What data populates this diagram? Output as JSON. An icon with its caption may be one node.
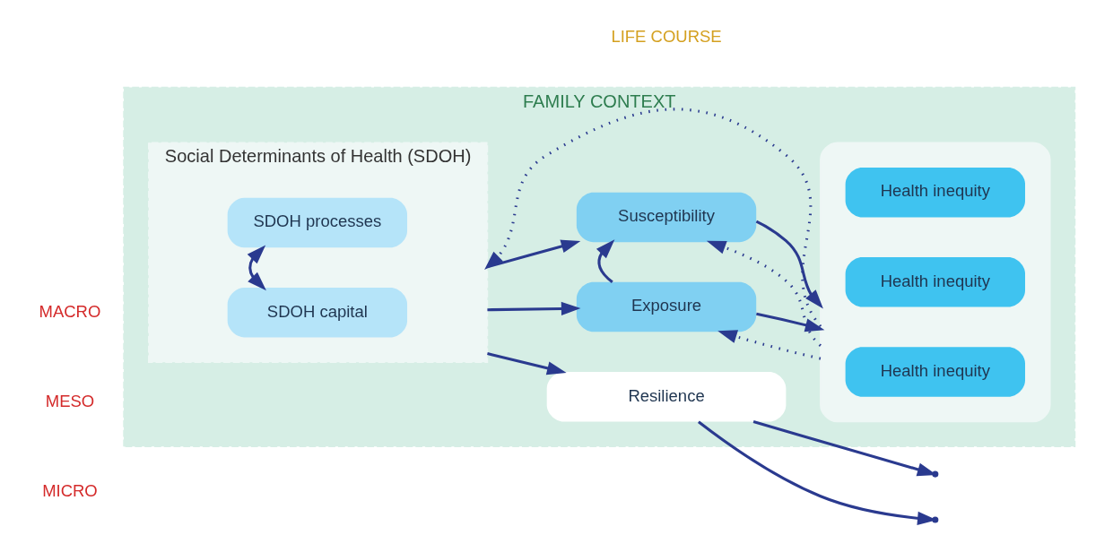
{
  "diagram": {
    "nodes": [
      {
        "text": [
          "FAMILY CONTEXT"
        ]
      },
      {
        "text": [
          "Social Determinants of Health (SDOH)"
        ],
        "in": 0
      },
      {
        "text": [
          "SDOH capital"
        ],
        "in": 1
      },
      {
        "text": [
          "SDOH processes"
        ],
        "in": 1
      },
      {
        "text": [
          "Exposure"
        ],
        "in": 0
      },
      {
        "text": [
          "Susceptibility"
        ],
        "in": 0
      },
      {
        "text": [],
        "shape": "box",
        "in": 0
      },
      {
        "text": [
          "Health inequity"
        ],
        "in": 6
      },
      {
        "text": [
          "Health inequity"
        ],
        "in": 6
      },
      {
        "text": [
          "Health inequity"
        ],
        "in": 6
      },
      {
        "text": [
          "Resilience"
        ],
        "in": 0
      }
    ],
    "edges": [
      {
        "from": 2,
        "to": 3,
        "arrow": "both"
      },
      {
        "from": 1,
        "to": 4,
        "arrow": "to"
      },
      {
        "from": 1,
        "to": 5,
        "arrow": "to"
      },
      {
        "from": 10,
        "to": null,
        "arrow": "to"
      },
      {
        "from": 4,
        "to": 5,
        "arrow": "to"
      },
      {
        "from": 4,
        "to": 6,
        "arrow": "to"
      },
      {
        "from": 5,
        "to": 6,
        "arrow": "to"
      },
      {
        "from": 10,
        "to": null,
        "arrow": "to"
      },
      {
        "from": 1,
        "to": 10,
        "arrow": "to"
      },
      {
        "from": 6,
        "to": 1,
        "arrow": "to",
        "style": "dashed"
      },
      {
        "from": 6,
        "to": 4,
        "arrow": "to",
        "style": "dashed"
      },
      {
        "from": 6,
        "to": 5,
        "arrow": "to",
        "style": "dashed"
      }
    ],
    "labels": [
      "MACRO",
      "MESO",
      "MICRO",
      "LIFE COURSE"
    ]
  }
}
